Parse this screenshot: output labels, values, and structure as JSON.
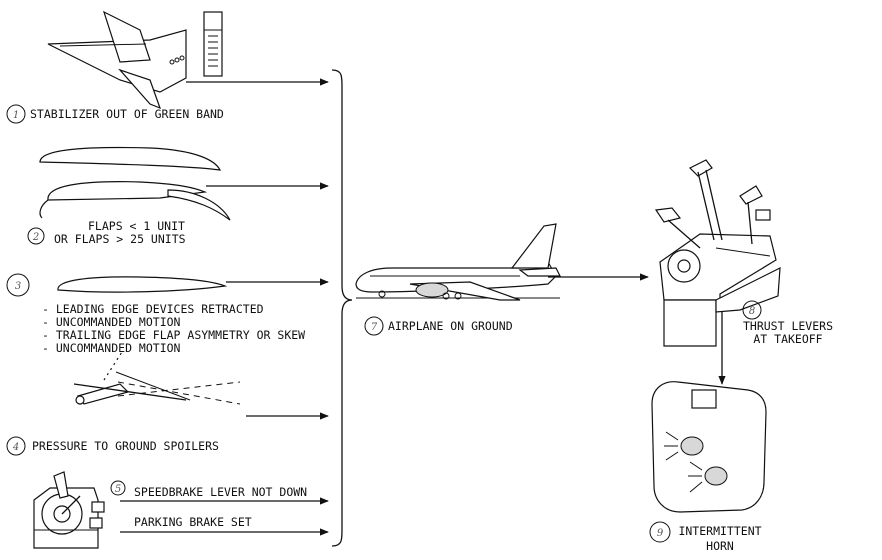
{
  "labels": {
    "stabilizer": "STABILIZER OUT OF GREEN BAND",
    "flaps_1": "FLAPS < 1 UNIT",
    "flaps_2": "OR FLAPS > 25 UNITS",
    "le_1": "- LEADING EDGE DEVICES RETRACTED",
    "le_2": "- UNCOMMANDED MOTION",
    "le_3": "- TRAILING EDGE FLAP ASYMMETRY OR SKEW",
    "le_4": "- UNCOMMANDED MOTION",
    "spoilers": "PRESSURE TO GROUND SPOILERS",
    "speedbrake": "SPEEDBRAKE LEVER NOT DOWN",
    "parking": "PARKING BRAKE SET",
    "airplane": "AIRPLANE ON GROUND",
    "thrust_1": "THRUST LEVERS",
    "thrust_2": "AT TAKEOFF",
    "horn_1": "INTERMITTENT",
    "horn_2": "HORN"
  },
  "markers": {
    "m1": "1",
    "m2": "2",
    "m3": "3",
    "m4": "4",
    "m5": "5",
    "m7": "7",
    "m8": "8",
    "m9": "9"
  }
}
